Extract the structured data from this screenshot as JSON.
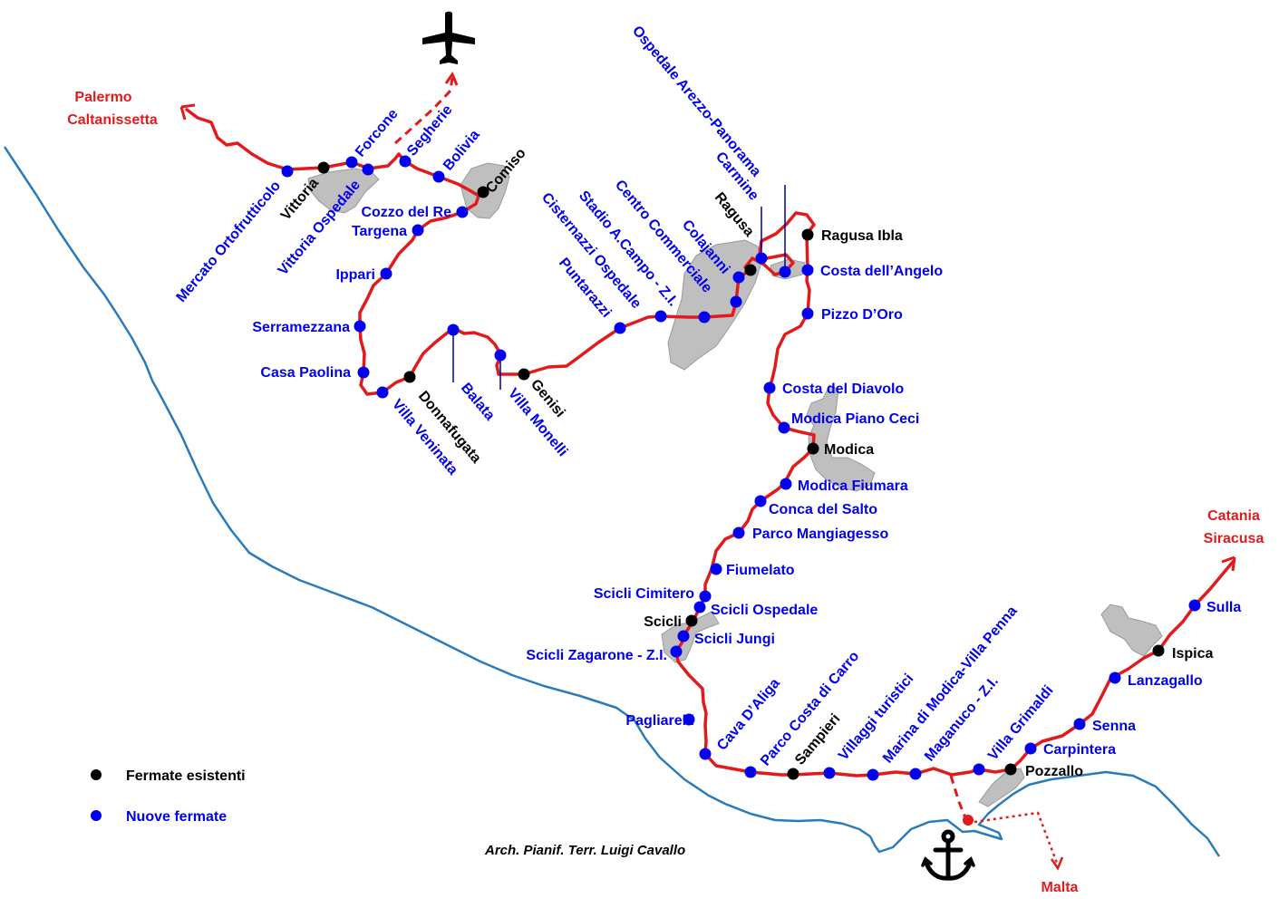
{
  "legend": {
    "existing_label": "Fermate esistenti",
    "new_label": "Nuove fermate",
    "existing_color": "#000000",
    "new_color": "#0000ee"
  },
  "credit": "Arch. Pianif. Terr. Luigi Cavallo",
  "destinations": {
    "northwest": [
      "Palermo",
      "Caltanissetta"
    ],
    "east": [
      "Catania",
      "Siracusa"
    ],
    "south": "Malta"
  },
  "icons": {
    "airport": "airplane-icon",
    "port": "anchor-icon"
  },
  "colors": {
    "railway": "#e31a1c",
    "coast": "#2b7bba",
    "town": "#bfbfbf",
    "new_stop": "#0000ee",
    "existing_stop": "#000000"
  },
  "existing_stops": [
    "Vittoria",
    "Comiso",
    "Ragusa",
    "Ragusa Ibla",
    "Donnafugata",
    "Genisi",
    "Modica",
    "Scicli",
    "Sampieri",
    "Pozzallo",
    "Ispica"
  ],
  "new_stops": [
    "Mercato Ortofrutticolo",
    "Vittoria Ospedale",
    "Forcone",
    "Segherie",
    "Bolivia",
    "Cozzo del Re",
    "Targena",
    "Ippari",
    "Serramezzana",
    "Casa Paolina",
    "Villa Veninata",
    "Balata",
    "Villa Monelli",
    "Puntarazzi",
    "Cisternazzi Ospedale",
    "Stadio A.Campo - Z.I.",
    "Centro Commerciale",
    "Colajanni",
    "Carmine",
    "Ospedale Arezzo-Panorama",
    "Costa dell’Angelo",
    "Pizzo D’Oro",
    "Costa del Diavolo",
    "Modica Piano Ceci",
    "Modica Fiumara",
    "Conca del Salto",
    "Parco Mangiagesso",
    "Fiumelato",
    "Scicli Cimitero",
    "Scicli Ospedale",
    "Scicli Jungi",
    "Scicli Zagarone - Z.I.",
    "Pagliarelli",
    "Cava D’Aliga",
    "Parco Costa di Carro",
    "Villaggi turistici",
    "Marina di Modica-Villa Penna",
    "Maganuco - Z.I.",
    "Villa Grimaldi",
    "Carpintera",
    "Senna",
    "Lanzagallo",
    "Sulla"
  ]
}
